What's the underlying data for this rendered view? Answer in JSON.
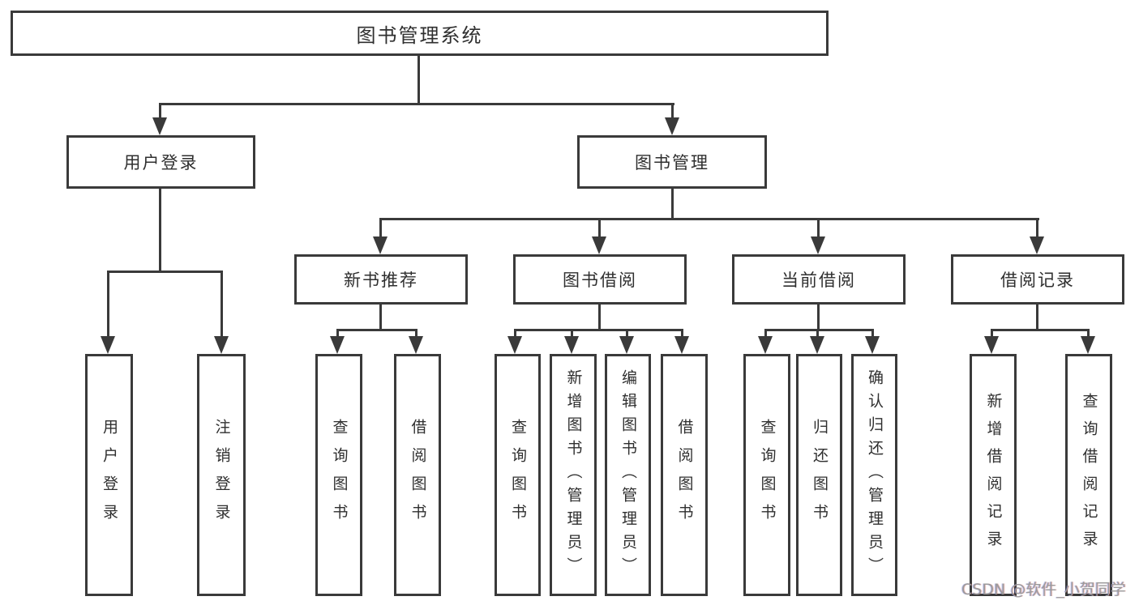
{
  "diagram": {
    "root": "图书管理系统",
    "level2": {
      "user_login": "用户登录",
      "book_mgmt": "图书管理"
    },
    "level3": {
      "new_book": "新书推荐",
      "book_borrow": "图书借阅",
      "current_borrow": "当前借阅",
      "borrow_record": "借阅记录"
    },
    "leaves": {
      "user_login": "用户登录",
      "logout": "注销登录",
      "rec_query_books": "查询图书",
      "rec_borrow_books": "借阅图书",
      "bb_query_books": "查询图书",
      "bb_add_books": "新增图书（管理员）",
      "bb_edit_books": "编辑图书（管理员）",
      "bb_borrow_books": "借阅图书",
      "cb_query_books": "查询图书",
      "cb_return_books": "归还图书",
      "cb_confirm_return": "确认归还（管理员）",
      "br_add_record": "新增借阅记录",
      "br_query_record": "查询借阅记录"
    }
  },
  "watermark": "CSDN @软件_小贺同学",
  "colors": {
    "line": "#3a3a3a",
    "text": "#2f2f2f",
    "background": "#ffffff",
    "watermark": "#9b9b9b"
  }
}
